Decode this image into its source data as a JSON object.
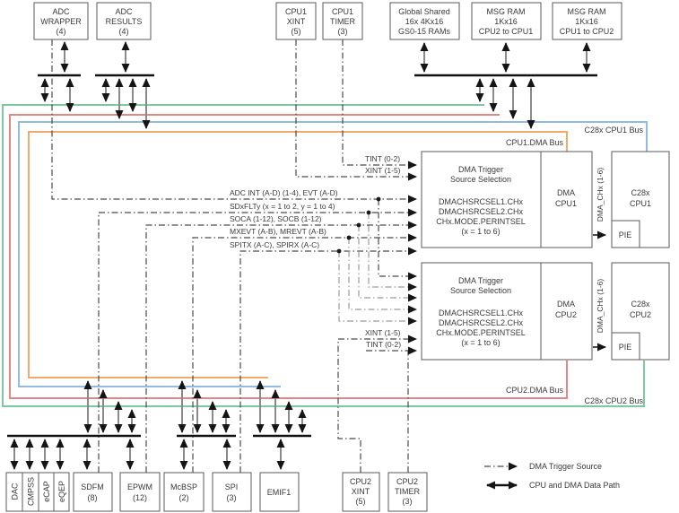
{
  "buses": {
    "cpu1_dma": {
      "label": "CPU1.DMA Bus",
      "color": "#f2a96a"
    },
    "c28x_cpu1": {
      "label": "C28x CPU1 Bus",
      "color": "#93bbe2"
    },
    "cpu2_dma": {
      "label": "CPU2.DMA Bus",
      "color": "#e28783"
    },
    "c28x_cpu2": {
      "label": "C28x CPU2 Bus",
      "color": "#7cc8a0"
    }
  },
  "top_boxes": [
    {
      "lines": [
        "ADC",
        "WRAPPER",
        "(4)"
      ]
    },
    {
      "lines": [
        "ADC",
        "RESULTS",
        "(4)"
      ]
    },
    {
      "lines": [
        "CPU1",
        "XINT",
        "(5)"
      ]
    },
    {
      "lines": [
        "CPU1",
        "TIMER",
        "(3)"
      ]
    },
    {
      "lines": [
        "Global Shared",
        "16x 4Kx16",
        "GS0-15 RAMs"
      ]
    },
    {
      "lines": [
        "MSG RAM",
        "1Kx16",
        "CPU2 to CPU1"
      ]
    },
    {
      "lines": [
        "MSG RAM",
        "1Kx16",
        "CPU1 to CPU2"
      ]
    }
  ],
  "cpu1_triggers": {
    "tint": "TINT (0-2)",
    "xint": "XINT (1-5)",
    "rows": [
      "ADC INT (A-D) (1-4), EVT (A-D)",
      "SDxFLTy (x = 1 to 2, y = 1 to 4)",
      "SOCA (1-12), SOCB (1-12)",
      "MXEVT (A-B), MREVT (A-B)",
      "SPITX (A-C), SPIRX (A-C)"
    ]
  },
  "cpu2_triggers": {
    "xint": "XINT (1-5)",
    "tint": "TINT (0-2)"
  },
  "cpu1_block": {
    "trigger_title": [
      "DMA Trigger",
      "Source Selection"
    ],
    "registers": [
      "DMACHSRCSEL1.CHx",
      "DMACHSRCSEL2.CHx",
      "CHx.MODE.PERINTSEL",
      "(x = 1 to 6)"
    ],
    "dma_lines": [
      "DMA",
      "CPU1"
    ],
    "cpu_lines": [
      "C28x",
      "CPU1"
    ],
    "pie": "PIE",
    "channels": "DMA_CHx (1-6)"
  },
  "cpu2_block": {
    "trigger_title": [
      "DMA Trigger",
      "Source Selection"
    ],
    "registers": [
      "DMACHSRCSEL1.CHx",
      "DMACHSRCSEL2.CHx",
      "CHx.MODE.PERINTSEL",
      "(x = 1 to 6)"
    ],
    "dma_lines": [
      "DMA",
      "CPU2"
    ],
    "cpu_lines": [
      "C28x",
      "CPU2"
    ],
    "pie": "PIE",
    "channels": "DMA_CHx (1-6)"
  },
  "peripherals": {
    "rotated": [
      "DAC",
      "CMPSS",
      "eCAP",
      "eQEP"
    ],
    "wide": [
      {
        "lines": [
          "SDFM",
          "(8)"
        ]
      },
      {
        "lines": [
          "EPWM",
          "(12)"
        ]
      },
      {
        "lines": [
          "McBSP",
          "(2)"
        ]
      },
      {
        "lines": [
          "SPI",
          "(3)"
        ]
      },
      {
        "lines": [
          "EMIF1"
        ]
      }
    ],
    "cpu2_sources": [
      {
        "lines": [
          "CPU2",
          "XINT",
          "(5)"
        ]
      },
      {
        "lines": [
          "CPU2",
          "TIMER",
          "(3)"
        ]
      }
    ]
  },
  "legend": {
    "trigger_source": "DMA Trigger Source",
    "data_path": "CPU and  DMA Data Path"
  }
}
